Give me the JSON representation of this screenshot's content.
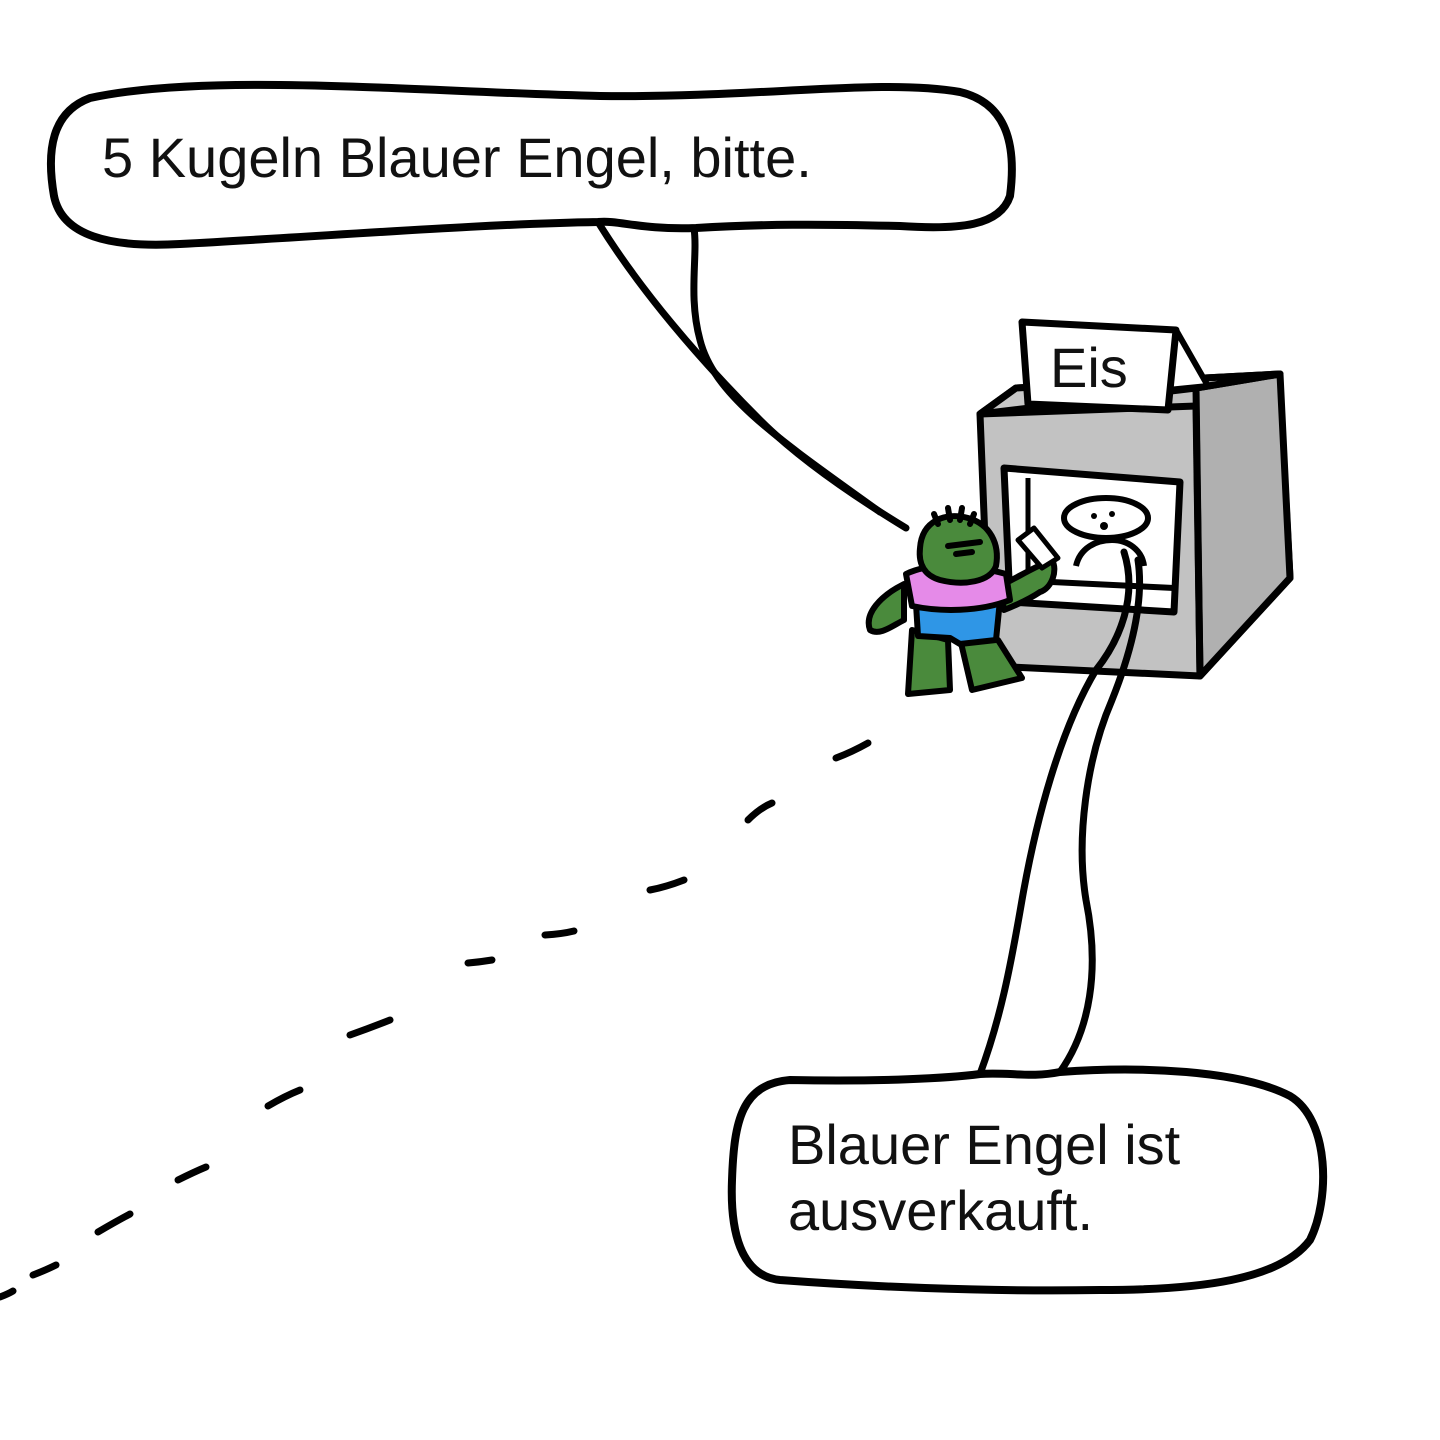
{
  "speech": {
    "customer_line": "5 Kugeln Blauer Engel, bitte.",
    "vendor_line_1": "Blauer Engel ist",
    "vendor_line_2": "ausverkauft."
  },
  "sign": {
    "label": "Eis"
  },
  "colors": {
    "outline": "#000000",
    "booth_front": "#c2c2c2",
    "booth_side": "#b0b0b0",
    "customer_skin": "#4a8a3c",
    "customer_shirt": "#e58ae8",
    "customer_shorts": "#2f96e6",
    "background": "#ffffff"
  },
  "icons": [
    "customer-figure",
    "ice-cream-booth",
    "vendor-figure",
    "ice-cream-sign"
  ]
}
